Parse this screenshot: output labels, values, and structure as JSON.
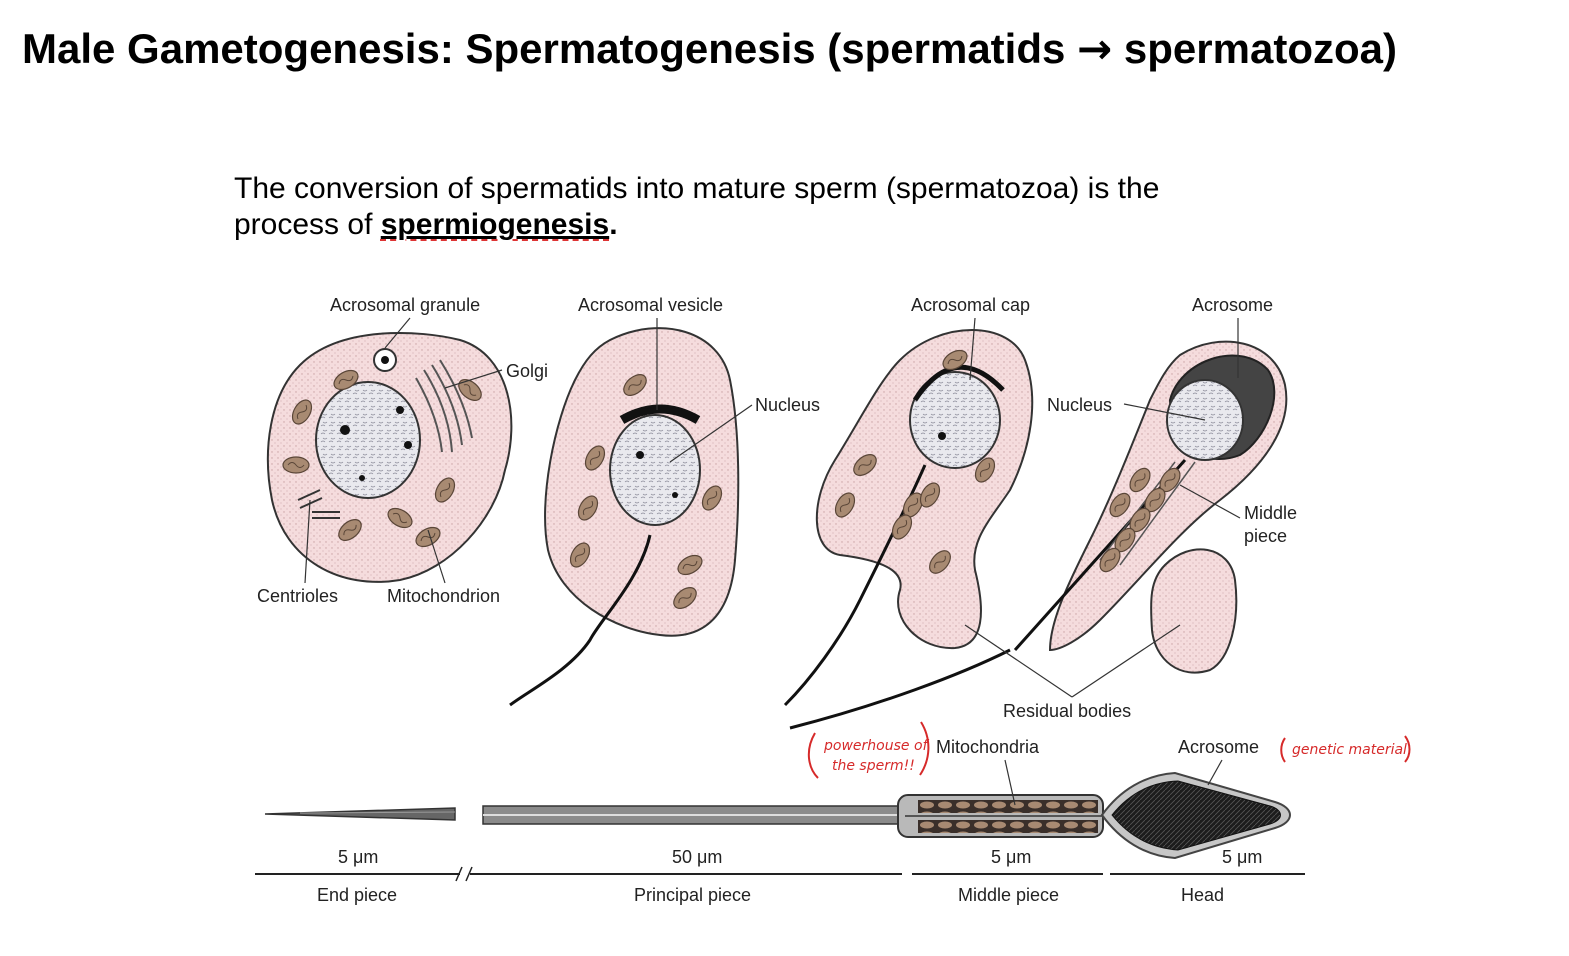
{
  "title": {
    "before_arrow": "Male Gametogenesis: Spermatogenesis (spermatids",
    "arrow": "→",
    "after_arrow": "spermatozoa)"
  },
  "intro": {
    "line1": "The conversion of spermatids into mature sperm (spermatozoa) is the",
    "line2_prefix": "process of",
    "term": "spermiogenesis",
    "period": "."
  },
  "labels": {
    "acrosomal_granule": "Acrosomal granule",
    "golgi": "Golgi",
    "centrioles": "Centrioles",
    "mitochondrion": "Mitochondrion",
    "acrosomal_vesicle": "Acrosomal vesicle",
    "nucleus_1": "Nucleus",
    "acrosomal_cap": "Acrosomal cap",
    "acrosome_top": "Acrosome",
    "nucleus_2": "Nucleus",
    "middle_piece_a": "Middle",
    "middle_piece_b": "piece",
    "residual_bodies": "Residual bodies",
    "mitochondria": "Mitochondria",
    "acrosome_bottom": "Acrosome"
  },
  "annotations": {
    "powerhouse_line1": "powerhouse of",
    "powerhouse_line2": "the sperm!!",
    "genetic_material": "genetic material"
  },
  "scale_bar": {
    "end_piece_length": "5 μm",
    "principal_piece_length": "50 μm",
    "middle_piece_length": "5 μm",
    "head_length": "5 μm",
    "end_piece": "End piece",
    "principal_piece": "Principal piece",
    "middle_piece": "Middle piece",
    "head": "Head"
  },
  "colors": {
    "cell_fill": "#f5dcdd",
    "nucleus_fill": "#e9e9ee",
    "mito_fill": "#a88a72",
    "annotation_red": "#d62a2a",
    "head_dark": "#1c1c1c"
  }
}
